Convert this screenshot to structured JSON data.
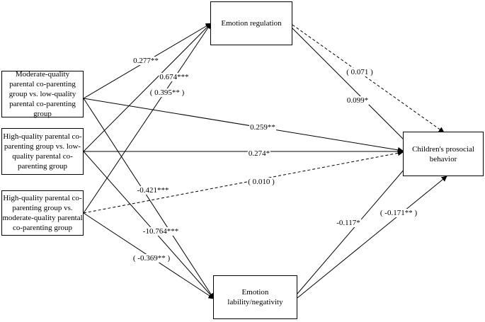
{
  "nodes": {
    "x1": "Moderate-quality parental co-parenting group vs. low-quality parental co-parenting group",
    "x2": "High-quality parental co-parenting group vs. low-quality parental co-parenting group",
    "x3": "High-quality parental co-parenting group vs. moderate-quality parental co-parenting group",
    "m1": "Emotion regulation",
    "m2": "Emotion lability/negativity",
    "y": "Children's prosocial behavior"
  },
  "edges": {
    "x1_m1": "0.277**",
    "x2_m1": "0.674***",
    "x3_m1": "( 0.395** )",
    "x1_y": "0.259**",
    "x2_y": "0.274*",
    "x3_y": "( 0.010 )",
    "x1_m2": "-0.421***",
    "x2_m2": "-10.764***",
    "x3_m2": "( -0.369** )",
    "m1_y_direct": "0.099*",
    "m1_y_dashed": "( 0.071 )",
    "m2_y_left": "-0.117*",
    "m2_y_right": "( -0.171** )"
  },
  "styles": {
    "line_color": "#000000"
  }
}
